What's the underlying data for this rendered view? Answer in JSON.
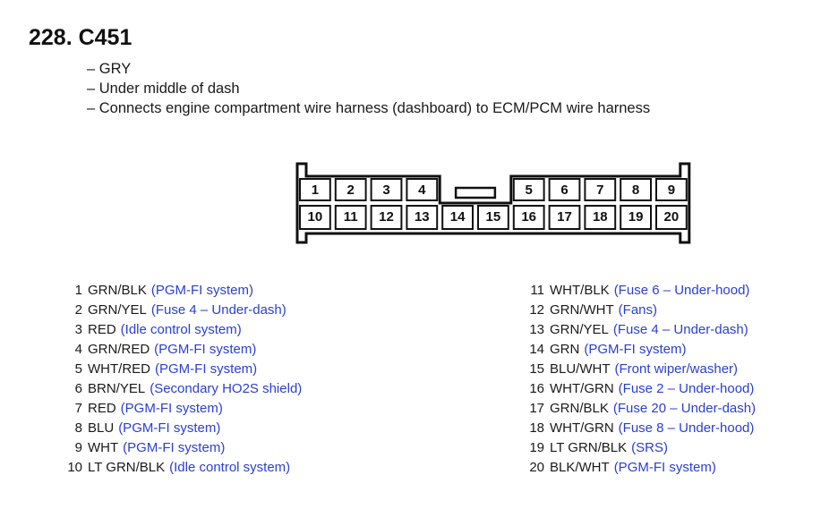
{
  "title": "228. C451",
  "notes": [
    "– GRY",
    "– Under middle of dash",
    "– Connects engine compartment wire harness (dashboard) to ECM/PCM wire harness"
  ],
  "connector": {
    "top_row": [
      "1",
      "2",
      "3",
      "4",
      "",
      "",
      "5",
      "6",
      "7",
      "8",
      "9"
    ],
    "bottom_row": [
      "10",
      "11",
      "12",
      "13",
      "14",
      "15",
      "16",
      "17",
      "18",
      "19",
      "20"
    ]
  },
  "pins_left": [
    {
      "num": "1",
      "wire": "GRN/BLK",
      "desc": "(PGM-FI system)"
    },
    {
      "num": "2",
      "wire": "GRN/YEL",
      "desc": "(Fuse 4 – Under-dash)"
    },
    {
      "num": "3",
      "wire": "RED",
      "desc": "(Idle control system)"
    },
    {
      "num": "4",
      "wire": "GRN/RED",
      "desc": "(PGM-FI system)"
    },
    {
      "num": "5",
      "wire": "WHT/RED",
      "desc": "(PGM-FI system)"
    },
    {
      "num": "6",
      "wire": "BRN/YEL",
      "desc": "(Secondary HO2S shield)"
    },
    {
      "num": "7",
      "wire": "RED",
      "desc": "(PGM-FI system)"
    },
    {
      "num": "8",
      "wire": "BLU",
      "desc": "(PGM-FI system)"
    },
    {
      "num": "9",
      "wire": "WHT",
      "desc": "(PGM-FI system)"
    },
    {
      "num": "10",
      "wire": "LT GRN/BLK",
      "desc": "(Idle control system)"
    }
  ],
  "pins_right": [
    {
      "num": "11",
      "wire": "WHT/BLK",
      "desc": "(Fuse 6 – Under-hood)"
    },
    {
      "num": "12",
      "wire": "GRN/WHT",
      "desc": "(Fans)"
    },
    {
      "num": "13",
      "wire": "GRN/YEL",
      "desc": "(Fuse 4 – Under-dash)"
    },
    {
      "num": "14",
      "wire": "GRN",
      "desc": "(PGM-FI system)"
    },
    {
      "num": "15",
      "wire": "BLU/WHT",
      "desc": "(Front wiper/washer)"
    },
    {
      "num": "16",
      "wire": "WHT/GRN",
      "desc": "(Fuse 2 – Under-hood)"
    },
    {
      "num": "17",
      "wire": "GRN/BLK",
      "desc": "(Fuse 20 – Under-dash)"
    },
    {
      "num": "18",
      "wire": "WHT/GRN",
      "desc": "(Fuse 8 – Under-hood)"
    },
    {
      "num": "19",
      "wire": "LT GRN/BLK",
      "desc": "(SRS)"
    },
    {
      "num": "20",
      "wire": "BLK/WHT",
      "desc": "(PGM-FI system)"
    }
  ],
  "colors": {
    "text": "#1a1a1a",
    "description": "#2a3fd4",
    "outline": "#111111"
  }
}
